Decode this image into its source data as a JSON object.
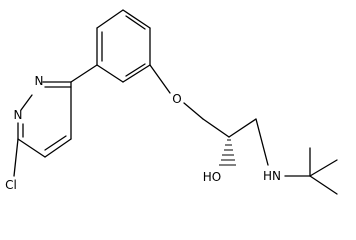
{
  "molecule": {
    "atoms": {
      "nitrogen_1": "N",
      "nitrogen_2": "N",
      "oxygen_ether": "O",
      "hydroxyl": "HO",
      "amine": "HN",
      "chlorine": "Cl"
    },
    "colors": {
      "bond": "#000000",
      "background": "#ffffff"
    }
  }
}
